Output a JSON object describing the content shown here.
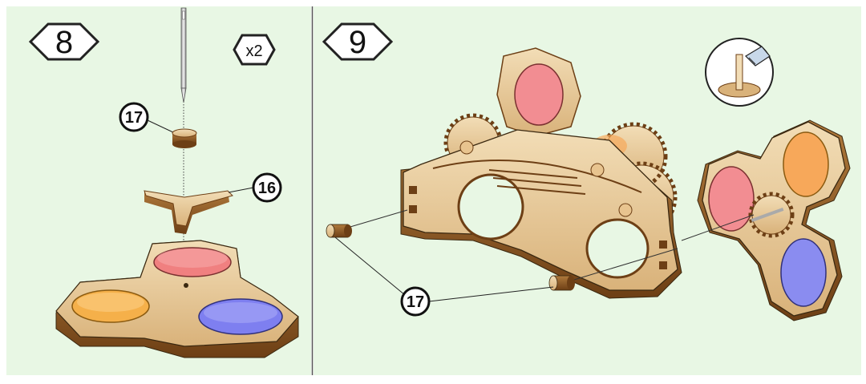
{
  "steps": [
    {
      "number": "8",
      "multiplier": "x2",
      "callouts": [
        {
          "label": "17"
        },
        {
          "label": "16"
        }
      ],
      "lens_colors": [
        "#f08080",
        "#f5b04a",
        "#7e7ff0"
      ]
    },
    {
      "number": "9",
      "callouts": [
        {
          "label": "17"
        }
      ],
      "lens_colors": [
        "#f28d92",
        "#f7a85a",
        "#8a8cf0"
      ]
    }
  ],
  "colors": {
    "panel_bg": "#e8f7e4",
    "wood_light": "#ecd3a8",
    "wood_mid": "#c9985a",
    "wood_dark": "#7a4a1c",
    "outline": "#3a2810",
    "divider": "#555555"
  },
  "icons": {
    "needle": "needle-icon",
    "glue": "glue-applicator-icon"
  }
}
